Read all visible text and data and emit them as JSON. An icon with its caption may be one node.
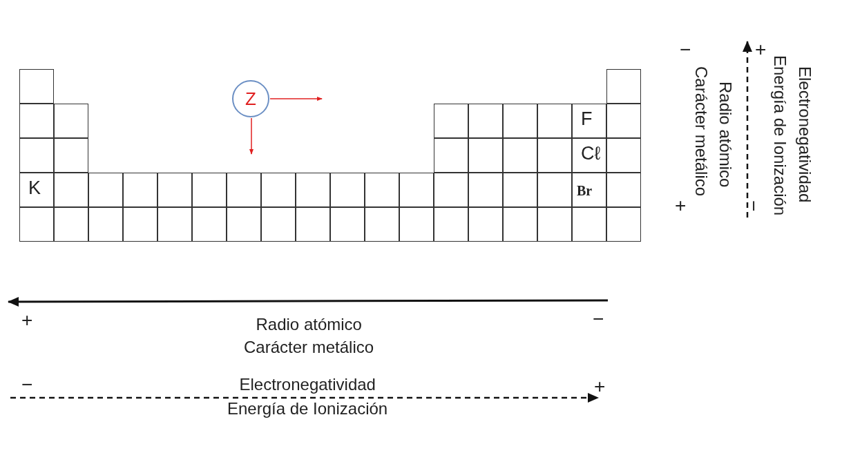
{
  "diagram": {
    "nodes": [
      {
        "text": [],
        "shape": "box"
      },
      {
        "text": [],
        "shape": "box"
      },
      {
        "text": [
          "Z"
        ]
      },
      {
        "text": [],
        "shape": "box"
      },
      {
        "text": [],
        "shape": "box"
      },
      {
        "text": [],
        "shape": "box"
      },
      {
        "text": [],
        "shape": "box"
      },
      {
        "text": [],
        "shape": "box"
      },
      {
        "text": [],
        "shape": "box"
      },
      {
        "text": [
          "F"
        ]
      },
      {
        "text": [],
        "shape": "box"
      },
      {
        "text": [],
        "shape": "box"
      },
      {
        "text": [],
        "shape": "box"
      },
      {
        "text": [],
        "shape": "box"
      },
      {
        "text": [],
        "shape": "box"
      },
      {
        "text": [],
        "shape": "box"
      },
      {
        "text": [],
        "shape": "box"
      },
      {
        "text": [
          "Cℓ"
        ]
      },
      {
        "text": [],
        "shape": "box"
      },
      {
        "text": [
          "K"
        ]
      },
      {
        "text": [],
        "shape": "box"
      },
      {
        "text": [],
        "shape": "box"
      },
      {
        "text": [],
        "shape": "box"
      },
      {
        "text": [],
        "shape": "box"
      },
      {
        "text": [],
        "shape": "box"
      },
      {
        "text": [],
        "shape": "box"
      },
      {
        "text": [],
        "shape": "box"
      },
      {
        "text": [],
        "shape": "box"
      },
      {
        "text": [],
        "shape": "box"
      },
      {
        "text": [],
        "shape": "box"
      },
      {
        "text": [],
        "shape": "box"
      },
      {
        "text": [],
        "shape": "box"
      },
      {
        "text": [],
        "shape": "box"
      },
      {
        "text": [],
        "shape": "box"
      },
      {
        "text": [],
        "shape": "box"
      },
      {
        "text": [
          "Br"
        ]
      },
      {
        "text": [],
        "shape": "box"
      },
      {
        "text": [],
        "shape": "box"
      },
      {
        "text": [],
        "shape": "box"
      },
      {
        "text": [],
        "shape": "box"
      },
      {
        "text": [],
        "shape": "box"
      },
      {
        "text": [],
        "shape": "box"
      },
      {
        "text": [],
        "shape": "box"
      },
      {
        "text": [],
        "shape": "box"
      },
      {
        "text": [],
        "shape": "box"
      },
      {
        "text": [],
        "shape": "box"
      },
      {
        "text": [],
        "shape": "box"
      },
      {
        "text": [],
        "shape": "box"
      },
      {
        "text": [],
        "shape": "box"
      },
      {
        "text": [],
        "shape": "box"
      },
      {
        "text": [],
        "shape": "box"
      },
      {
        "text": [],
        "shape": "box"
      },
      {
        "text": [],
        "shape": "box"
      },
      {
        "text": [],
        "shape": "box"
      },
      {
        "text": [],
        "shape": "box"
      }
    ],
    "labels": [
      "−",
      "+",
      "Electronegatividad",
      "Energía de Ionización",
      "Radio atómico",
      "Carácter metálico",
      "+",
      "−",
      "+",
      "−",
      "Radio atómico",
      "Carácter metálico",
      "−",
      "+",
      "Electronegatividad",
      "Energía de Ionización"
    ]
  }
}
